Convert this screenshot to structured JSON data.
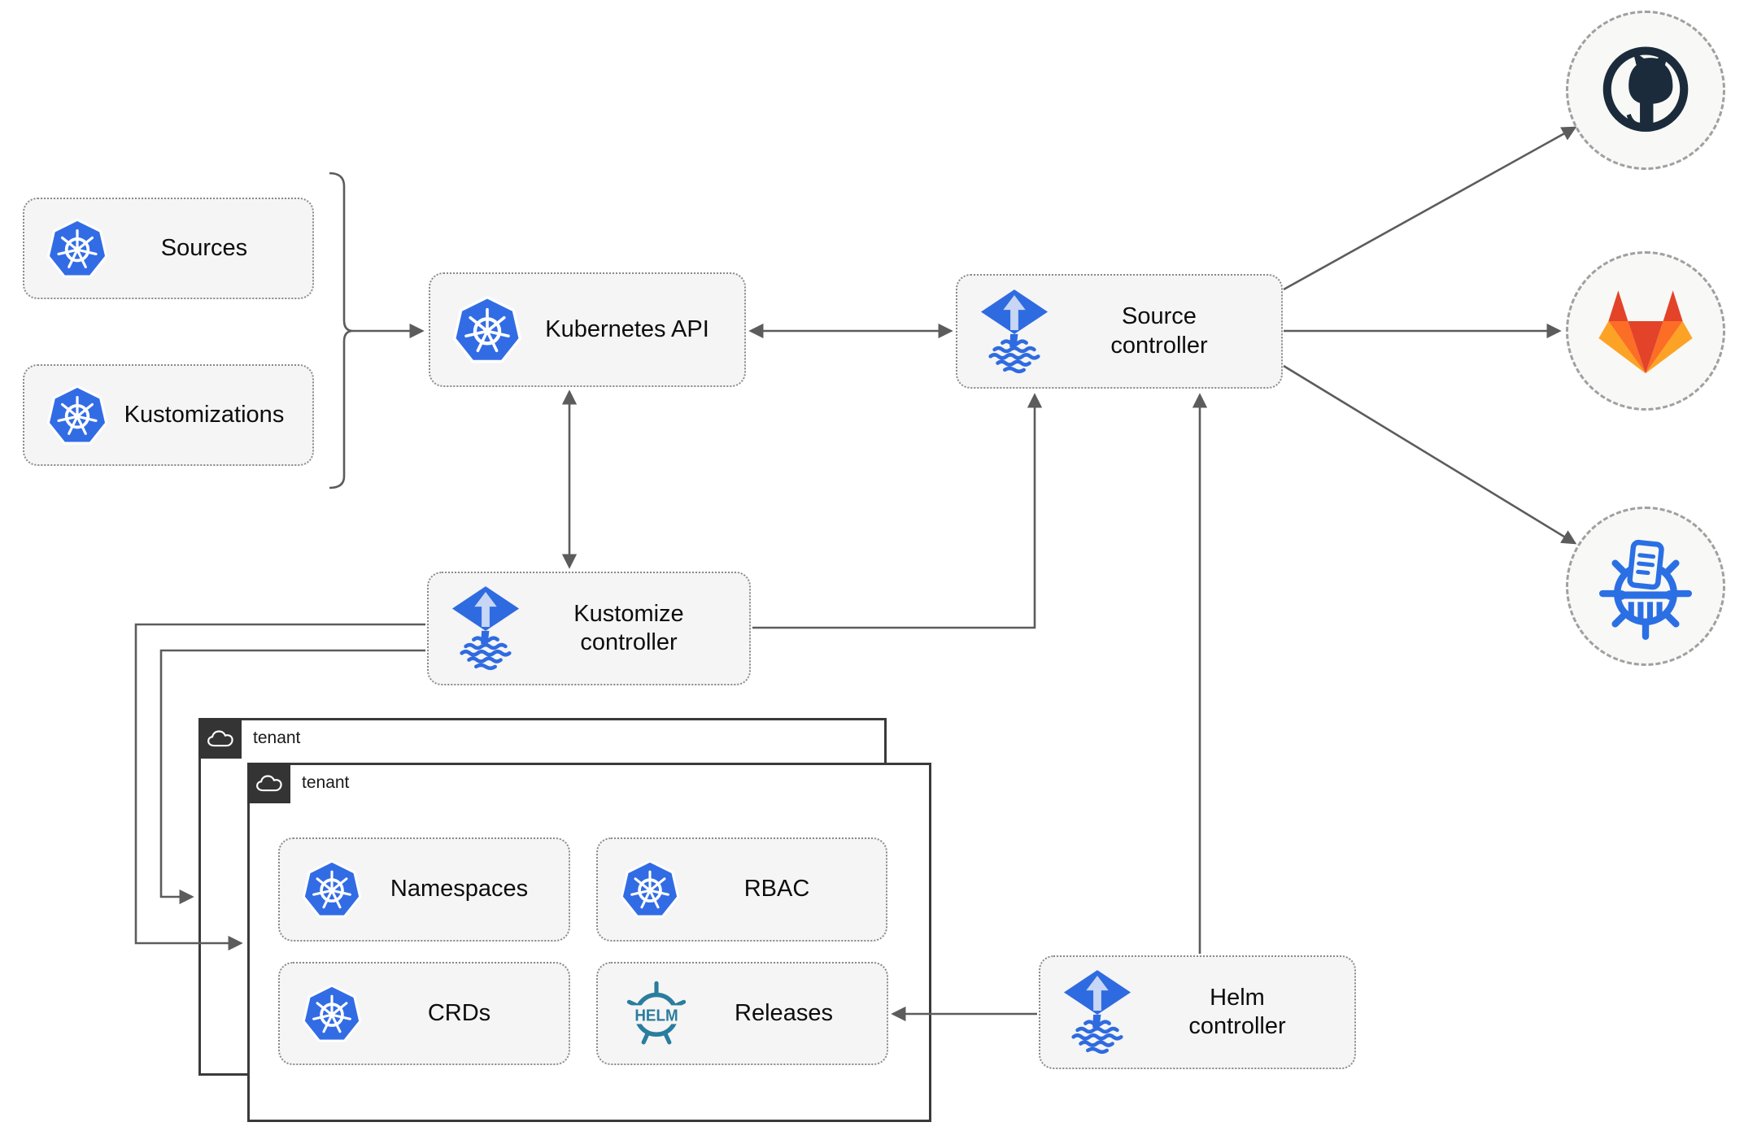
{
  "nodes": {
    "sources": "Sources",
    "kustomizations": "Kustomizations",
    "kubernetes_api": "Kubernetes API",
    "source_controller": "Source controller",
    "kustomize_controller": "Kustomize controller",
    "helm_controller": "Helm controller",
    "namespaces": "Namespaces",
    "rbac": "RBAC",
    "crds": "CRDs",
    "releases": "Releases"
  },
  "groups": {
    "outer_tenant": "tenant",
    "inner_tenant": "tenant"
  },
  "icons": {
    "kubernetes": "kubernetes-icon",
    "flux": "flux-icon",
    "helm": "helm-icon",
    "github": "github-icon",
    "gitlab": "gitlab-icon",
    "helm_repository": "chartmuseum-helm-repository-icon",
    "cloud": "cloud-icon"
  },
  "colors": {
    "kubernetes_blue": "#326ce5",
    "flux_blue": "#2f6be0",
    "flux_arrow_light": "#c6d6f4",
    "helm_teal": "#2a7d9e",
    "github_dark": "#1b2b3b",
    "gitlab_red": "#e24329",
    "gitlab_orange": "#fc6d26",
    "gitlab_light": "#fca326",
    "chartmuseum_blue": "#2b6fe4",
    "connector": "#5c5c5c",
    "node_fill": "#f5f5f5",
    "node_border": "#8a8a8a",
    "tenant_fill": "#ffffff",
    "tenant_border": "#3a3a3a",
    "badge_bg": "#343434",
    "circle_fill": "#f8f8f6",
    "circle_border": "#a0a0a0"
  }
}
